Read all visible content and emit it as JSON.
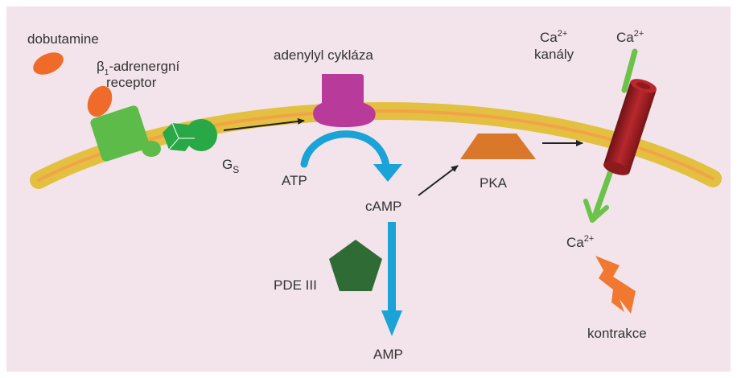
{
  "colors": {
    "background": "#f2e4ea",
    "membrane_outer": "#e3c040",
    "membrane_inner": "#f3a24a",
    "receptor_green": "#5dbb4a",
    "gs_green": "#28a846",
    "ligand_orange": "#f06a2a",
    "adenylyl_magenta": "#b83a9a",
    "cycle_blue": "#1ba3d8",
    "pka_orange": "#d9782a",
    "pde_green": "#2f6b35",
    "channel_red": "#8f1a1e",
    "channel_red_light": "#b8282c",
    "ca_arrow_green": "#6cc24a",
    "bolt_orange": "#f07830",
    "arrow_dark": "#222222"
  },
  "labels": {
    "dobutamine": "dobutamine",
    "beta_symbol": "β",
    "beta_subscript": "1",
    "receptor_line1": "-adrenergní",
    "receptor_line2": "receptor",
    "adenylyl": "adenylyl cykláza",
    "gs_main": "G",
    "gs_sub": "S",
    "atp": "ATP",
    "camp": "cAMP",
    "pka": "PKA",
    "pde": "PDE III",
    "amp": "AMP",
    "ca_channel_ca": "Ca",
    "ca_channel_sup": "2+",
    "ca_channels_word": "kanály",
    "ca_top": "Ca",
    "ca_top_sup": "2+",
    "ca_bottom": "Ca",
    "ca_bottom_sup": "2+",
    "contraction": "kontrakce"
  },
  "icons": {
    "dobutamine": "orange-ellipse",
    "receptor": "green-rounded-square",
    "gs_protein": "green-hexagon-and-circles",
    "adenylyl_cyclase": "magenta-hat-shape",
    "pka": "orange-trapezoid",
    "pde": "green-pentagon",
    "channel": "red-cylinder",
    "contraction": "lightning-bolt"
  }
}
